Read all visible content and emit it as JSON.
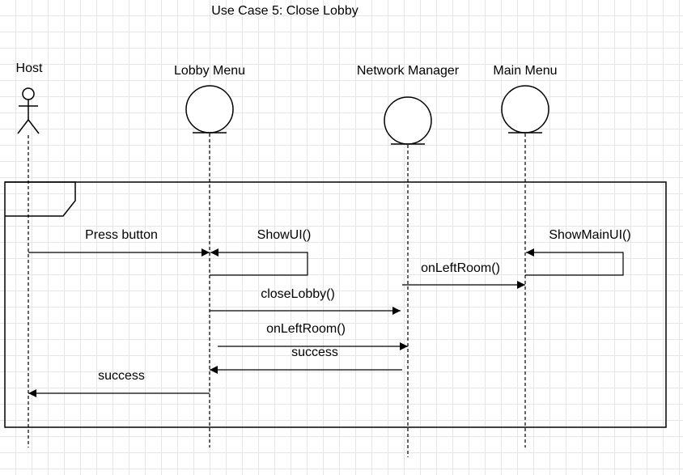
{
  "diagram": {
    "title": "Use Case 5: Close Lobby",
    "participants": {
      "host": "Host",
      "lobby_menu": "Lobby Menu",
      "network_manager": "Network Manager",
      "main_menu": "Main Menu"
    },
    "messages": {
      "press_button": "Press button",
      "show_ui": "ShowUI()",
      "show_main_ui": "ShowMainUI()",
      "on_left_room_main": "onLeftRoom()",
      "close_lobby": "closeLobby()",
      "on_left_room_network": "onLeftRoom()",
      "success_to_lobby": "success",
      "success_to_host": "success"
    }
  }
}
